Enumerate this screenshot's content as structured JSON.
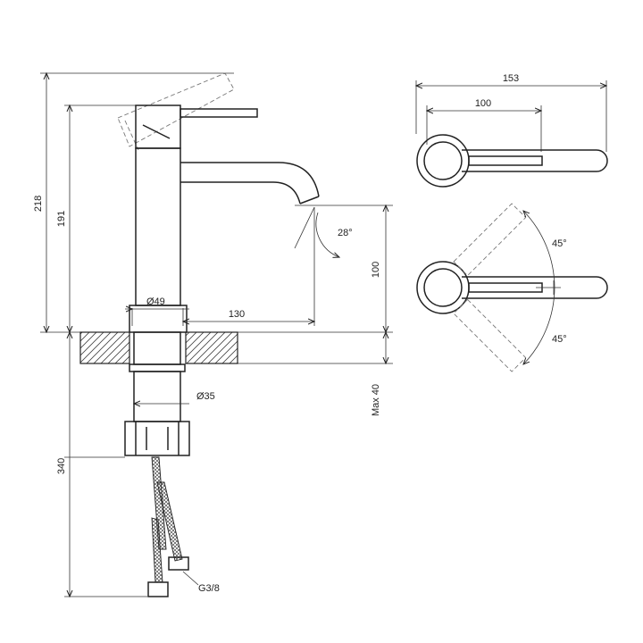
{
  "dimensions": {
    "total_height": "218",
    "spout_height": "191",
    "spout_reach": "130",
    "spout_clearance": "100",
    "base_diameter": "Ø49",
    "tail_diameter": "Ø35",
    "deck_thickness": "Max 40",
    "hose_length": "340",
    "hose_connection": "G3/8",
    "spout_angle": "28°",
    "overall_length": "153",
    "handle_length": "100",
    "rotation_up": "45°",
    "rotation_down": "45°"
  }
}
